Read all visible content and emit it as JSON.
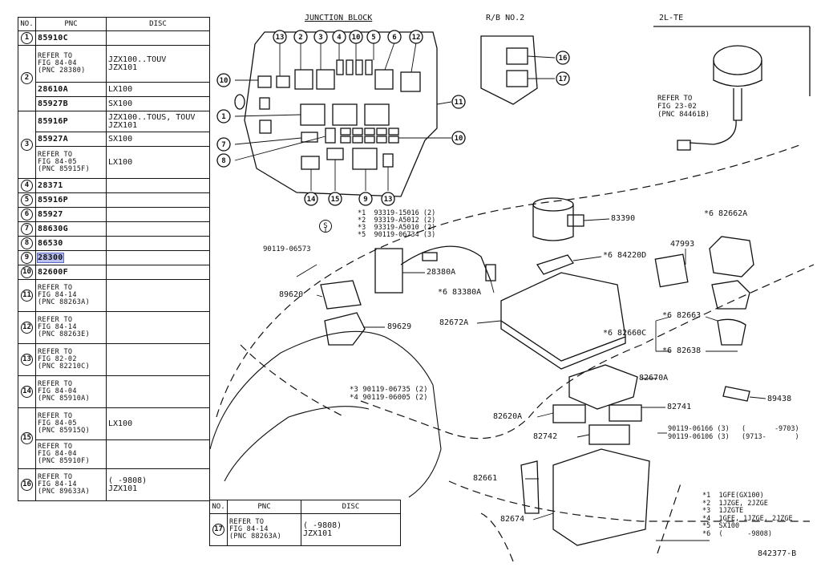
{
  "table": {
    "headers": {
      "no": "NO.",
      "pnc": "PNC",
      "disc": "DISC"
    },
    "rows": [
      {
        "no": "1",
        "pnc": "85910C",
        "disc": ""
      },
      {
        "no": "2",
        "pnc": "REFER TO\nFIG 84-04\n(PNC 28380)",
        "disc": "JZX100..TOUV\nJZX101"
      },
      {
        "no": "",
        "pnc": "28610A",
        "disc": "LX100"
      },
      {
        "no": "",
        "pnc": "85927B",
        "disc": "SX100"
      },
      {
        "no": "3",
        "pnc": "85916P",
        "disc": "JZX100..TOUS, TOUV\nJZX101"
      },
      {
        "no": "",
        "pnc": "85927A",
        "disc": "SX100"
      },
      {
        "no": "",
        "pnc": "REFER TO\nFIG 84-05\n(PNC 85915F)",
        "disc": "LX100"
      },
      {
        "no": "4",
        "pnc": "28371",
        "disc": ""
      },
      {
        "no": "5",
        "pnc": "85916P",
        "disc": ""
      },
      {
        "no": "6",
        "pnc": "85927",
        "disc": ""
      },
      {
        "no": "7",
        "pnc": "88630G",
        "disc": ""
      },
      {
        "no": "8",
        "pnc": "86530",
        "disc": ""
      },
      {
        "no": "9",
        "pnc": "28300",
        "disc": ""
      },
      {
        "no": "10",
        "pnc": "82600F",
        "disc": ""
      },
      {
        "no": "11",
        "pnc": "REFER TO\nFIG 84-14\n(PNC 88263A)",
        "disc": ""
      },
      {
        "no": "12",
        "pnc": "REFER TO\nFIG 84-14\n(PNC 88263E)",
        "disc": ""
      },
      {
        "no": "13",
        "pnc": "REFER TO\nFIG 82-02\n(PNC 82210C)",
        "disc": ""
      },
      {
        "no": "14",
        "pnc": "REFER TO\nFIG 84-04\n(PNC 85910A)",
        "disc": ""
      },
      {
        "no": "15",
        "pnc": "REFER TO\nFIG 84-05\n(PNC 85915Q)",
        "disc": "LX100"
      },
      {
        "no": "",
        "pnc": "REFER TO\nFIG 84-04\n(PNC 85910F)",
        "disc": ""
      },
      {
        "no": "16",
        "pnc": "REFER TO\nFIG 84-14\n(PNC 89633A)",
        "disc": "(      -9808)\nJZX101"
      }
    ],
    "selected_pnc": "28300"
  },
  "table2": {
    "headers": {
      "no": "NO.",
      "pnc": "PNC",
      "disc": "DISC"
    },
    "row": {
      "no": "17",
      "pnc": "REFER TO\nFIG 84-14\n(PNC 88263A)",
      "disc": "(      -9808)\nJZX101"
    }
  },
  "headings": {
    "junction": "JUNCTION BLOCK",
    "rb": "R/B NO.2",
    "engine": "2L-TE"
  },
  "callouts": {
    "refer_2302": "REFER TO\nFIG 23-02\n(PNC 84461B)",
    "screw_s": "S",
    "bolts_s": "*1  93319-15016 (2)\n*2  93319-A5012 (2)\n*3  93319-A5010 (2)\n*5  90119-06734 (3)",
    "p90119_06573": "90119-06573",
    "p28380A": "28380A",
    "p83380A": "*6 83380A",
    "p83390": "83390",
    "p84220D": "*6 84220D",
    "p82662A": "*6 82662A",
    "p47993": "47993",
    "p89620": "89620",
    "p89629": "89629",
    "p82672A": "82672A",
    "p82663": "*6 82663",
    "p82660C": "*6 82660C",
    "p82638": "*6 82638",
    "bolts_bottom": "*3 90119-06735 (2)\n*4 90119-06005 (2)",
    "p82670A": "82670A",
    "p89438": "89438",
    "p82741": "82741",
    "p82620A": "82620A",
    "p82742": "82742",
    "bolt_pair": "90119-06166 (3)\n90119-06106 (3)",
    "bolt_pair_range": "(       -9703)\n(9713-       )",
    "p82661": "82661",
    "p82674": "82674",
    "legend": "*1  1GFE(GX100)\n*2  1JZGE, 2JZGE\n*3  1JZGTE\n*4  1GFE, 1JZGE, 2JZGE\n*5  SX100\n*6  (      -9808)",
    "figure_id": "842377-B"
  }
}
